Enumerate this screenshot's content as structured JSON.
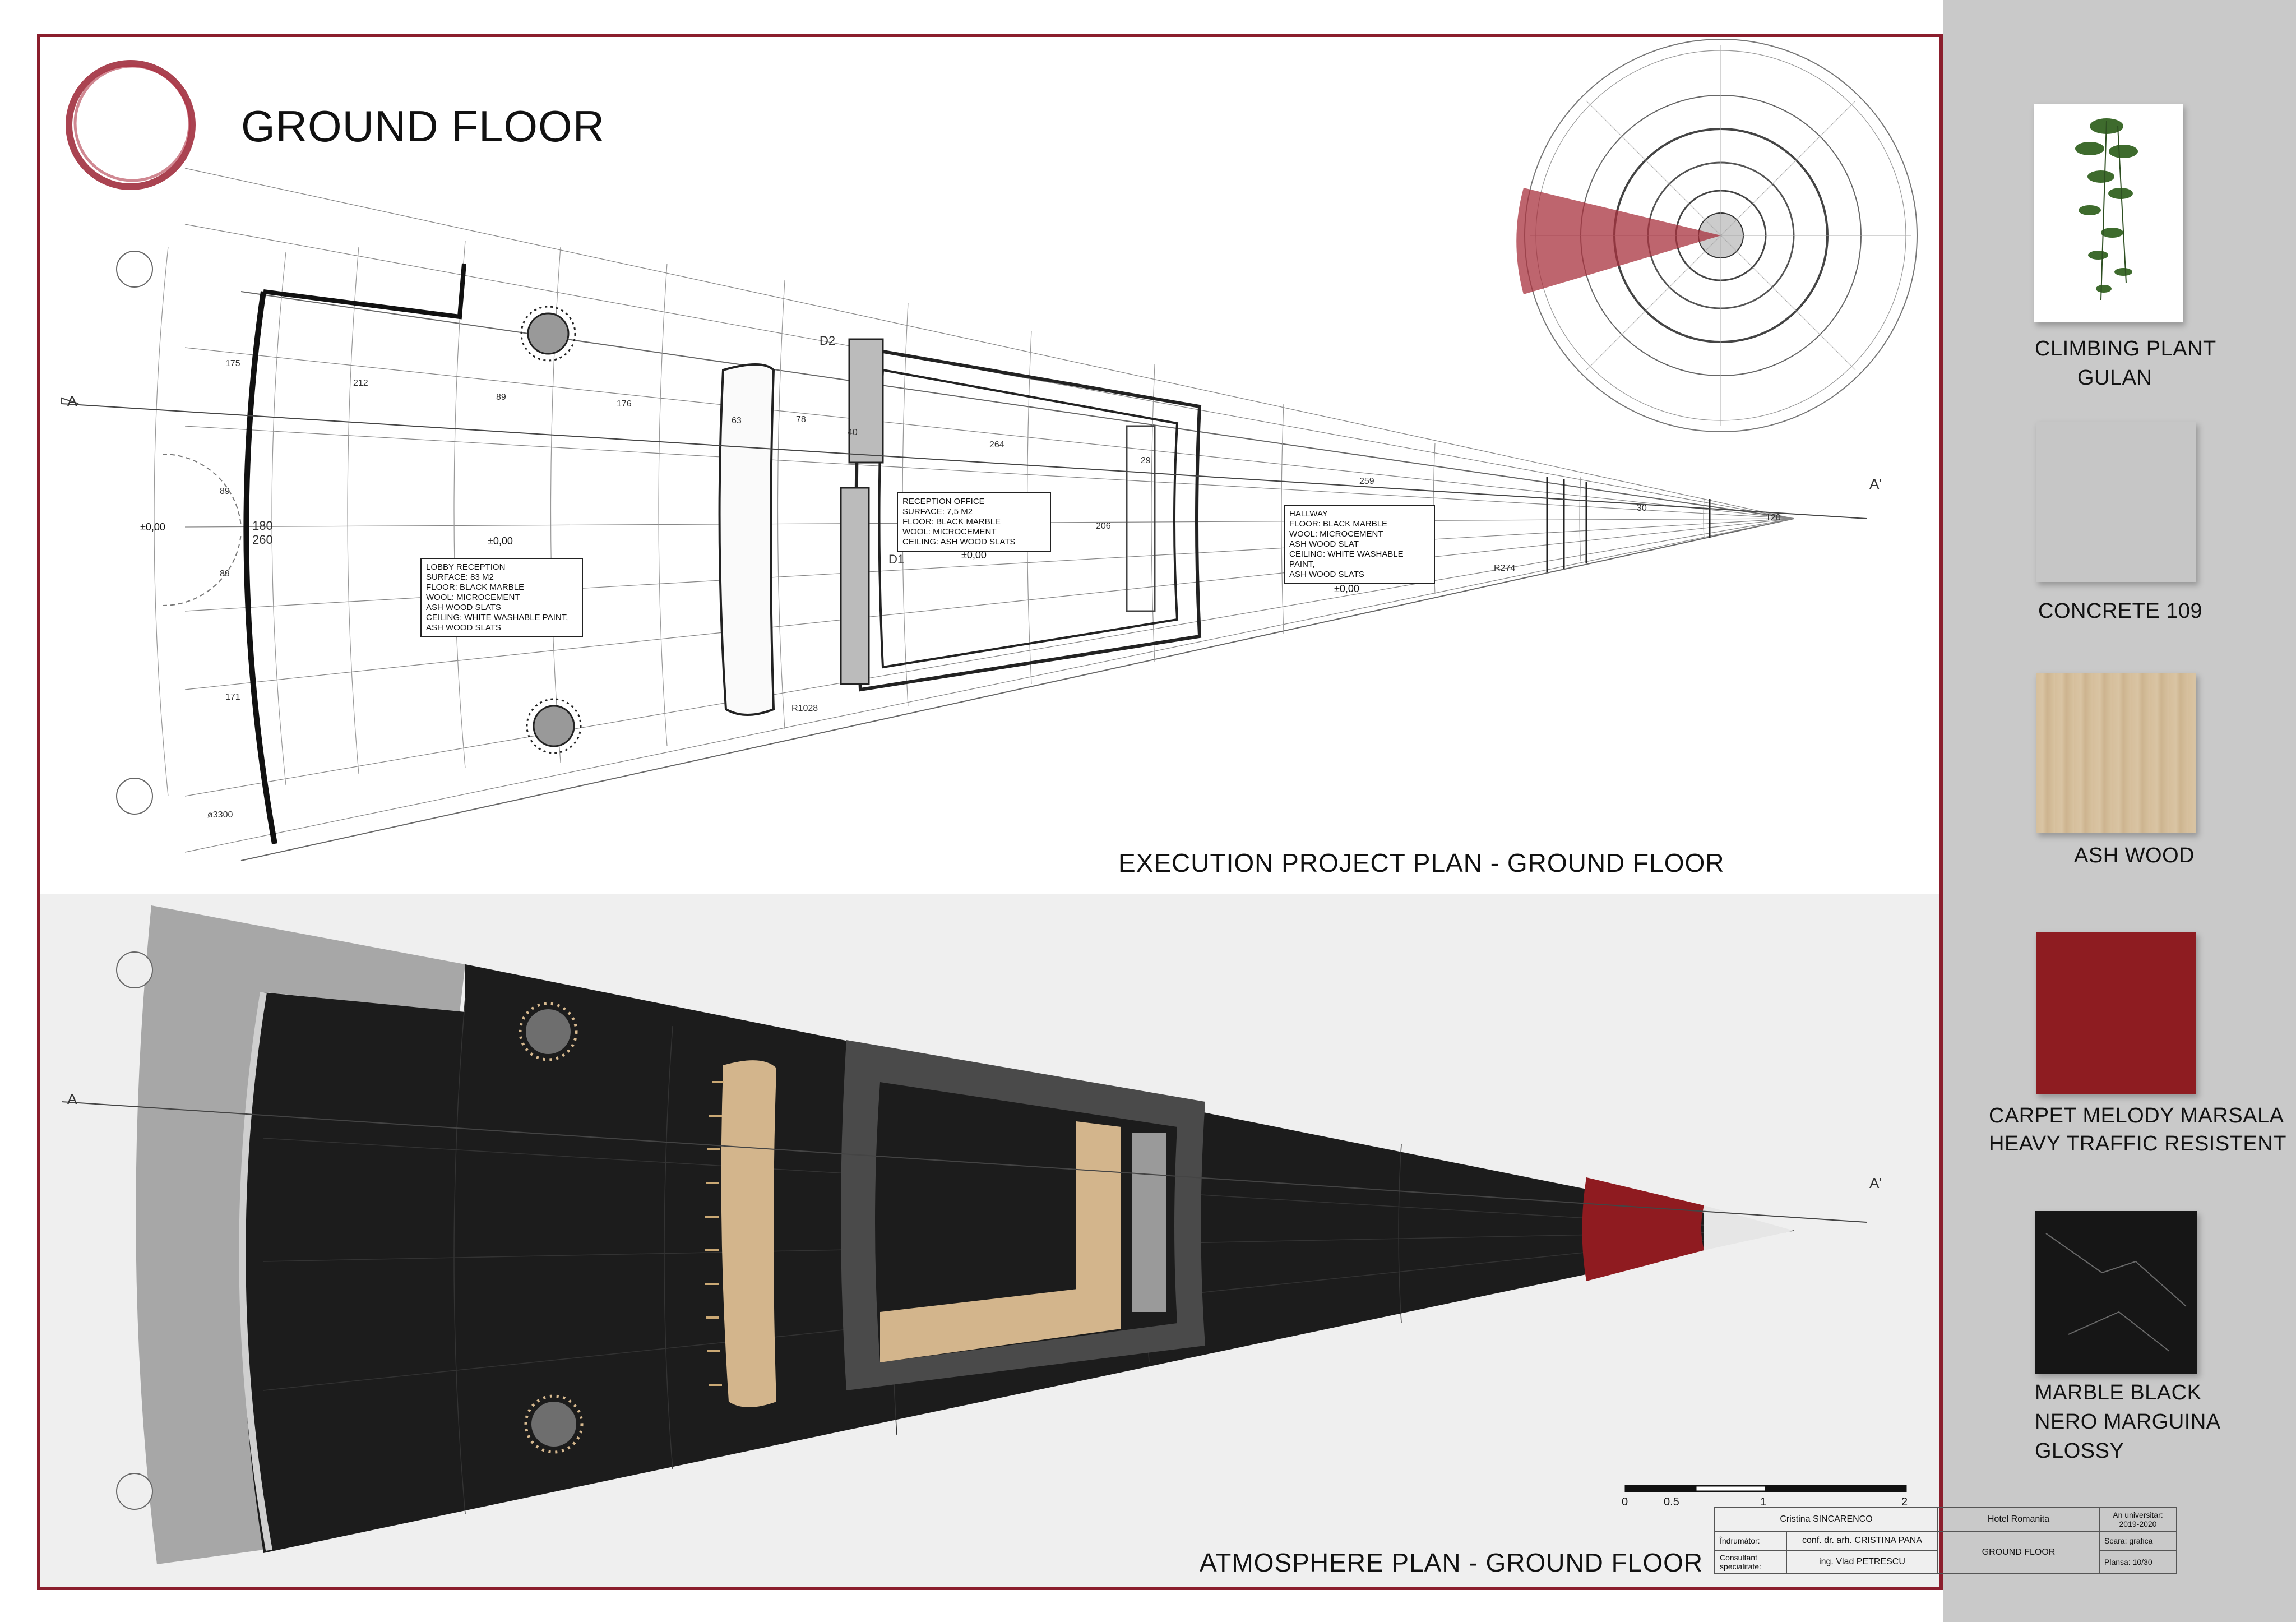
{
  "sheet": {
    "title": "GROUND FLOOR",
    "upper_caption": "EXECUTION PROJECT PLAN - GROUND FLOOR",
    "lower_caption": "ATMOSPHERE PLAN - GROUND FLOOR",
    "frame_color": "#8b1e2d"
  },
  "plan_labels": {
    "lobby": "LOBBY  RECEPTION\nSURFACE: 83 M2\nFLOOR: BLACK MARBLE\nWOOL: MICROCEMENT\nASH WOOD SLATS\nCEILING: WHITE WASHABLE PAINT,\nASH WOOD SLATS",
    "reception": "RECEPTION OFFICE\nSURFACE: 7,5 M2\nFLOOR: BLACK MARBLE\nWOOL: MICROCEMENT\nCEILING: ASH WOOD SLATS",
    "hallway": "HALLWAY\nFLOOR: BLACK MARBLE\nWOOL: MICROCEMENT\nASH WOOD SLAT\nCEILING: WHITE WASHABLE PAINT,\nASH WOOD SLATS",
    "level_1": "±0,00",
    "level_2": "±0,00",
    "level_3": "±0,00",
    "level_4": "±0,00",
    "dims": [
      "175",
      "212",
      "89",
      "176",
      "78",
      "63",
      "264",
      "29",
      "40",
      "259",
      "206",
      "30",
      "89",
      "89",
      "171",
      "ø3300",
      "R1028",
      "R274",
      "180",
      "260",
      "D1",
      "D2",
      "120"
    ],
    "section_a": "A",
    "section_a_prime": "A'",
    "section_a2": "A",
    "section_a2_prime": "A'"
  },
  "materials": [
    {
      "name_line1": "CLIMBING PLANT",
      "name_line2": "GULAN",
      "name_line3": "",
      "icon": "plant",
      "color": "#ffffff"
    },
    {
      "name_line1": "CONCRETE 109",
      "name_line2": "",
      "name_line3": "",
      "icon": "concrete",
      "color": "#c8c8c8"
    },
    {
      "name_line1": "ASH WOOD",
      "name_line2": "",
      "name_line3": "",
      "icon": "wood",
      "color": "#d8c2a0"
    },
    {
      "name_line1": "CARPET MELODY MARSALA",
      "name_line2": "HEAVY TRAFFIC RESISTENT",
      "name_line3": "",
      "icon": "carpet",
      "color": "#8f1b20"
    },
    {
      "name_line1": "MARBLE  BLACK",
      "name_line2": "NERO MARGUINA",
      "name_line3": "GLOSSY",
      "icon": "marble",
      "color": "#151515"
    }
  ],
  "scale_bar": {
    "t0": "0",
    "t1": "0.5",
    "t2": "1",
    "t3": "2"
  },
  "title_block": {
    "author": "Cristina SINCARENCO",
    "project": "Hotel Romanita",
    "year_label": "An universitar:",
    "year": "2019-2020",
    "tutor_label": "Îndrumător:",
    "tutor": "conf. dr. arh. CRISTINA PANA",
    "scale_label": "Scara:",
    "scale": "grafica",
    "consultant_label": "Consultant specialitate:",
    "consultant": "ing. Vlad PETRESCU",
    "sheet_name": "GROUND FLOOR",
    "plate_label": "Plansa:",
    "plate": "10/30"
  }
}
